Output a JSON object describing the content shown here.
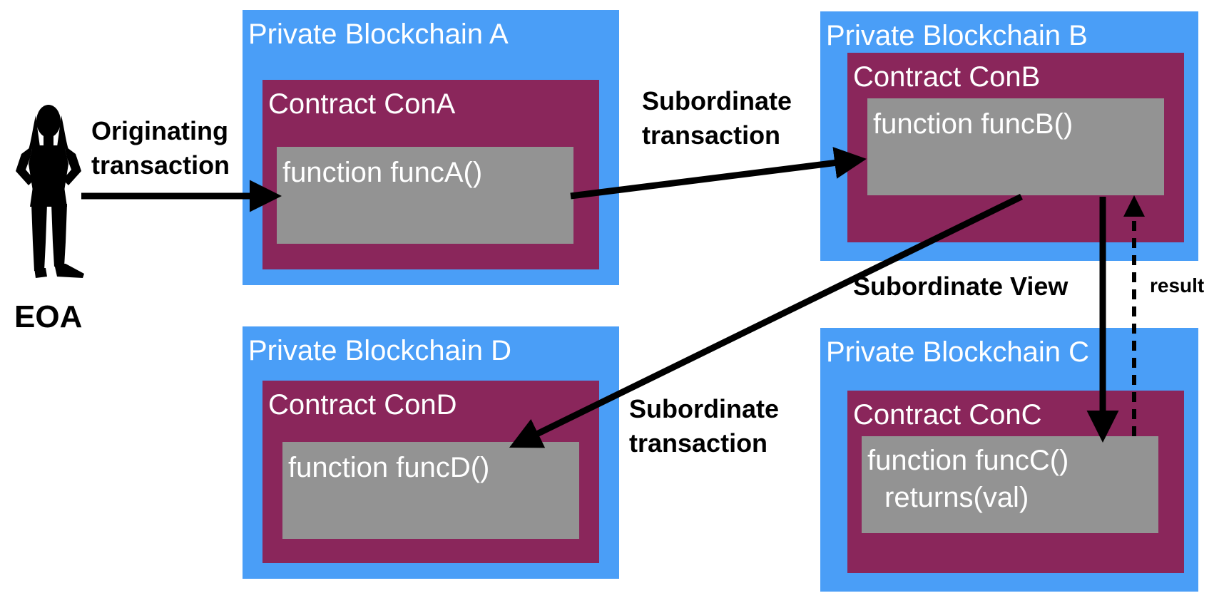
{
  "actor": {
    "label": "EOA",
    "icon": "person-silhouette-icon"
  },
  "blockchains": {
    "a": {
      "title": "Private Blockchain A",
      "contract": "Contract ConA",
      "function_lines": [
        "function funcA()"
      ]
    },
    "b": {
      "title": "Private Blockchain B",
      "contract": "Contract ConB",
      "function_lines": [
        "function funcB()"
      ]
    },
    "c": {
      "title": "Private Blockchain C",
      "contract": "Contract ConC",
      "function_lines": [
        "function funcC()",
        "returns(val)"
      ]
    },
    "d": {
      "title": "Private Blockchain D",
      "contract": "Contract ConD",
      "function_lines": [
        "function funcD()"
      ]
    }
  },
  "edges": {
    "originating": {
      "line1": "Originating",
      "line2": "transaction"
    },
    "sub_a_to_b": {
      "line1": "Subordinate",
      "line2": "transaction"
    },
    "sub_b_to_d": {
      "line1": "Subordinate",
      "line2": "transaction"
    },
    "view_b_to_c": {
      "text": "Subordinate View"
    },
    "result_c_to_b": {
      "text": "result"
    }
  },
  "colors": {
    "blockchain": "#4a9ef7",
    "contract": "#8a265b",
    "function": "#939393",
    "text_on_box": "#ffffff",
    "arrow": "#000000"
  }
}
